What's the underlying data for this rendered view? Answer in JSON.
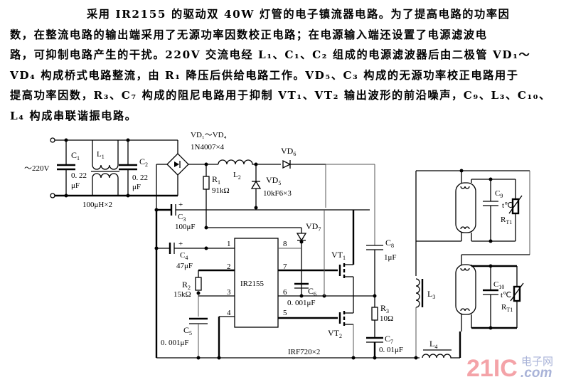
{
  "paragraph": {
    "lines": [
      "采用 IR2155 的驱动双 40W 灯管的电子镇流器电路。为了提高电路的功率因",
      "数，在整流电路的输出端采用了无源功率因数校正电路；在电源输入端还设置了电源滤波电",
      "路，可抑制电路产生的干扰。220V 交流电经 L₁、C₁、C₂ 组成的电源滤波器后由二极管 VD₁～",
      "VD₄ 构成桥式电路整流，由 R₁ 降压后供给电路工作。VD₅、C₃ 构成的无源功率校正电路用于",
      "提高功率因数，R₃、C₇ 构成的阻尼电路用于抑制 VT₁、VT₂ 输出波形的前沿噪声，C₉、L₃、C₁₀、",
      "L₄ 构成串联谐振电路。"
    ]
  },
  "schematic": {
    "input_voltage": "～220V",
    "C1": {
      "name": "C",
      "sub": "1",
      "value1": "0. 22",
      "value2": "μF"
    },
    "L1": {
      "name": "L",
      "sub": "1",
      "value": "100μH×2"
    },
    "C2": {
      "name": "C",
      "sub": "2",
      "value1": "0. 22",
      "value2": "μF"
    },
    "bridge": {
      "label": "VD₁～VD₄",
      "part": "1N4007×4"
    },
    "R1": {
      "name": "R",
      "sub": "1",
      "value": "91kΩ"
    },
    "L2": {
      "name": "L",
      "sub": "2"
    },
    "VD5": {
      "name": "VD",
      "sub": "5",
      "part": "10kF6×3"
    },
    "VD6": {
      "name": "VD",
      "sub": "6"
    },
    "C3": {
      "name": "C",
      "sub": "3",
      "value": "100μF",
      "polarity": "+"
    },
    "C4": {
      "name": "C",
      "sub": "4",
      "value": "47μF",
      "polarity": "+"
    },
    "VD7": {
      "name": "VD",
      "sub": "7"
    },
    "ic": {
      "name": "IR2155",
      "pins": [
        "1",
        "2",
        "3",
        "4",
        "5",
        "6",
        "7",
        "8"
      ]
    },
    "R2": {
      "name": "R",
      "sub": "2",
      "value": "15kΩ"
    },
    "C5": {
      "name": "C",
      "sub": "5",
      "value": "0. 001μF"
    },
    "C6": {
      "name": "C",
      "sub": "6",
      "value": "0. 001μF"
    },
    "VT1": {
      "name": "VT",
      "sub": "1"
    },
    "VT2": {
      "name": "VT",
      "sub": "2"
    },
    "mosfet_part": "IRF720×2",
    "C8": {
      "name": "C",
      "sub": "8",
      "value": "1μF"
    },
    "R3": {
      "name": "R",
      "sub": "3",
      "value": "10Ω"
    },
    "C7": {
      "name": "C",
      "sub": "7",
      "value": "0. 01μF"
    },
    "L3": {
      "name": "L",
      "sub": "3"
    },
    "L4": {
      "name": "L",
      "sub": "4"
    },
    "C9": {
      "name": "C",
      "sub": "9",
      "temp": "t℃"
    },
    "RT1a": {
      "name": "R",
      "sub": "T1"
    },
    "C10": {
      "name": "C",
      "sub": "10",
      "temp": "t℃"
    },
    "RT1b": {
      "name": "R",
      "sub": "T1"
    }
  },
  "watermark": {
    "brand": "21IC",
    "cn": "电子网",
    "domain": ".com"
  }
}
